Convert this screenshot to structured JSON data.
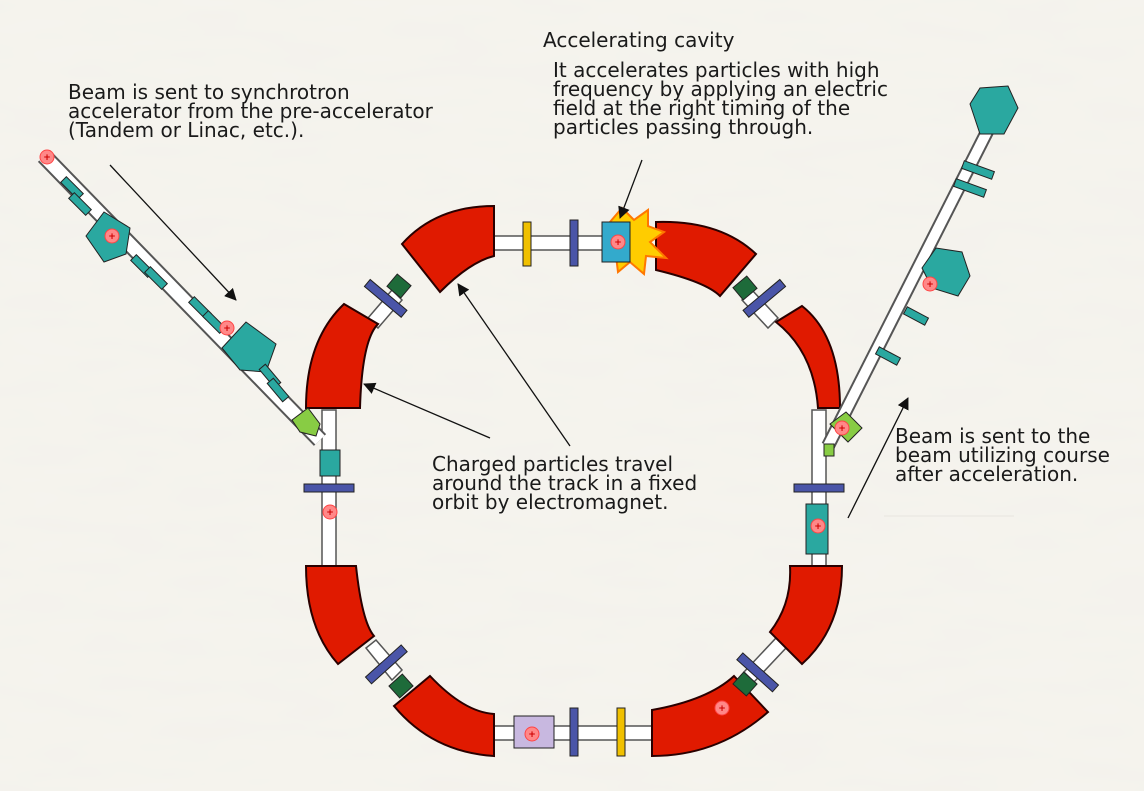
{
  "labels": {
    "injection": "Beam is sent to synchrotron\naccelerator from the pre-accelerator\n(Tandem or Linac, etc.).",
    "cavity_title": "Accelerating cavity",
    "cavity_description": "It accelerates particles with high\nfrequency by applying an electric\nfield at the right timing of the\nparticles passing through.",
    "ring": "Charged particles travel\naround the track in a fixed\norbit by electromagnet.",
    "extraction": "Beam is sent to the\nbeam utilizing course\nafter acceleration."
  },
  "colors": {
    "background": "#f4f2ec",
    "bending_magnet": "#e01a00",
    "beam_pipe": "#ffffff",
    "quadrupole": "#4a55a8",
    "steering_magnet": "#f0c000",
    "teal_component": "#2aa8a0",
    "dark_green_component": "#1e6b3a",
    "septum_green": "#88cc44",
    "cavity_blue": "#33aacc",
    "cavity_spark": "#ffcc00",
    "lavender_box": "#c8b8e0",
    "particle_marker": "#ff7777",
    "arrow": "#111111"
  }
}
